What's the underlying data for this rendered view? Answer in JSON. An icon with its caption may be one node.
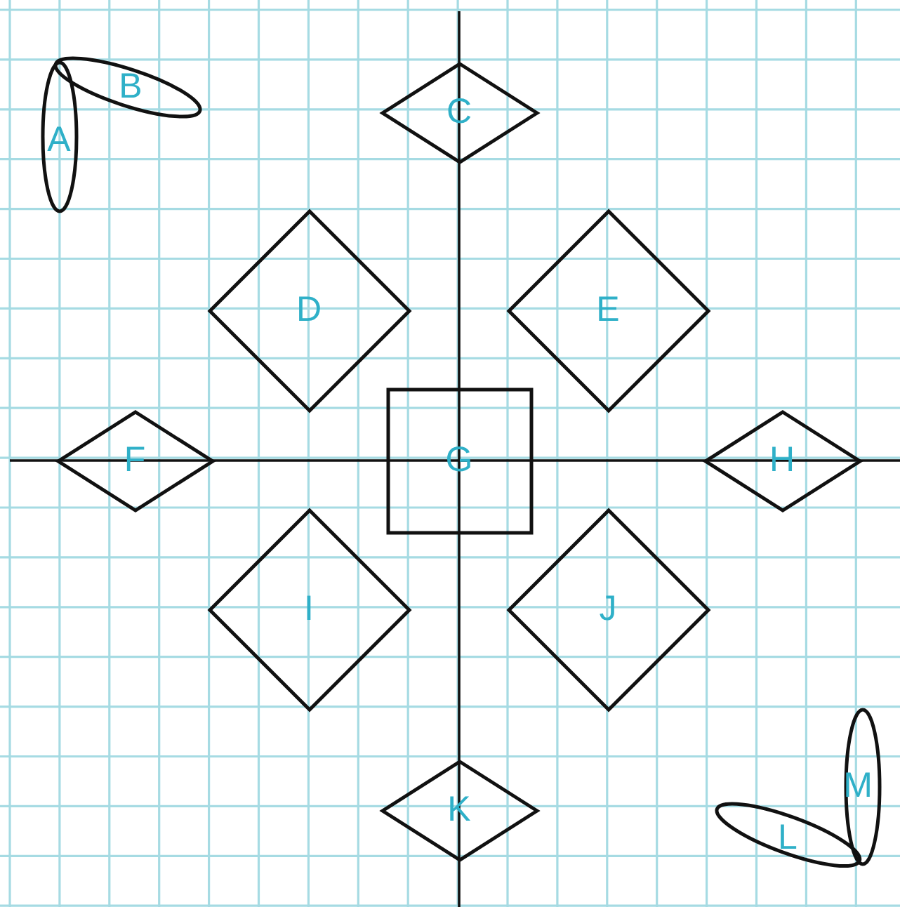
{
  "diagram": {
    "nodes": [
      {
        "text": [
          "A"
        ]
      },
      {
        "text": [
          "B"
        ]
      },
      {
        "text": [
          "C"
        ]
      },
      {
        "text": [
          "D"
        ]
      },
      {
        "text": [
          "E"
        ]
      },
      {
        "text": [
          "F"
        ]
      },
      {
        "text": [
          "G"
        ]
      },
      {
        "text": [
          "H"
        ]
      },
      {
        "text": [
          "I"
        ]
      },
      {
        "text": [
          "J"
        ]
      },
      {
        "text": [
          "K"
        ]
      },
      {
        "text": [
          "L"
        ]
      },
      {
        "text": [
          "M"
        ]
      }
    ]
  }
}
